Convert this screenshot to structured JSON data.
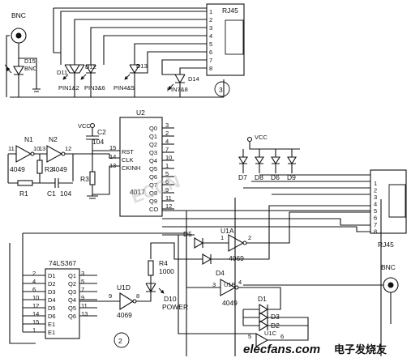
{
  "top_section": {
    "bnc_label": "BNC",
    "d15_labels": [
      "D15",
      "BNC"
    ],
    "rj45_label": "RJ45",
    "rj45_pins": [
      "1",
      "2",
      "3",
      "4",
      "5",
      "6",
      "7",
      "8"
    ],
    "leds": [
      {
        "name": "D11",
        "label": "PIN1&2"
      },
      {
        "name": "D12",
        "label": "PIN3&6"
      },
      {
        "name": "D13",
        "label": "PIN4&5"
      },
      {
        "name": "D14",
        "label": "PIN7&8"
      }
    ],
    "section_number": "3"
  },
  "oscillator": {
    "n1": "N1",
    "n2": "N2",
    "n1_part": "4049",
    "n2_part": "4049",
    "pins": [
      "11",
      "10",
      "13",
      "12"
    ],
    "r1": "R1",
    "r2": "R2",
    "c1": "C1",
    "c1_value": "104"
  },
  "counter": {
    "vcc": "VCC",
    "c2": "C2",
    "c2_value": "104",
    "u2": "U2",
    "part": "4017",
    "r3": "R3",
    "inputs": [
      {
        "pin": "15",
        "name": "RST"
      },
      {
        "pin": "14",
        "name": "CLK"
      },
      {
        "pin": "13",
        "name": "CKINH"
      }
    ],
    "outputs": [
      {
        "name": "Q0",
        "pin": "3"
      },
      {
        "name": "Q1",
        "pin": "2"
      },
      {
        "name": "Q2",
        "pin": "4"
      },
      {
        "name": "Q3",
        "pin": "7"
      },
      {
        "name": "Q4",
        "pin": "10"
      },
      {
        "name": "Q5",
        "pin": "1"
      },
      {
        "name": "Q6",
        "pin": "5"
      },
      {
        "name": "Q7",
        "pin": "6"
      },
      {
        "name": "Q8",
        "pin": "9"
      },
      {
        "name": "Q9",
        "pin": "11"
      },
      {
        "name": "CO",
        "pin": "12"
      }
    ]
  },
  "diodes": {
    "vcc": "VCC",
    "names": [
      "D7",
      "D8",
      "D6",
      "D9"
    ]
  },
  "buffer": {
    "part": "74LS367",
    "inputs": [
      {
        "pin": "2",
        "name": "D1"
      },
      {
        "pin": "4",
        "name": "D2"
      },
      {
        "pin": "6",
        "name": "D3"
      },
      {
        "pin": "10",
        "name": "D4"
      },
      {
        "pin": "12",
        "name": "D5"
      },
      {
        "pin": "14",
        "name": "D6"
      },
      {
        "pin": "15",
        "name": "E1"
      },
      {
        "pin": "1",
        "name": "E1"
      }
    ],
    "outputs": [
      {
        "name": "Q1",
        "pin": "3"
      },
      {
        "name": "Q2",
        "pin": "5"
      },
      {
        "name": "Q3",
        "pin": "7"
      },
      {
        "name": "Q4",
        "pin": "9"
      },
      {
        "name": "Q5",
        "pin": "11"
      },
      {
        "name": "Q6",
        "pin": "13"
      }
    ],
    "section_number": "2"
  },
  "power_led": {
    "u1d": "U1D",
    "u1d_part": "4069",
    "pins": [
      "9",
      "8"
    ],
    "r4": "R4",
    "r4_value": "1000",
    "d10": "D10",
    "d10_label": "POWER"
  },
  "bottom_right": {
    "u1a": "U1A",
    "u1a_part": "4069",
    "u1a_pins": [
      "1",
      "2"
    ],
    "d5": "D5",
    "d4": "D4",
    "u1b": "U1B",
    "u1b_part": "4049",
    "u1b_pins": [
      "3",
      "4"
    ],
    "d1": "D1",
    "d3": "D3",
    "d2": "D2",
    "u1c": "U1C",
    "u1c_pins": [
      "5",
      "6"
    ],
    "rj45_label": "RJ45",
    "rj45_pins": [
      "1",
      "2",
      "3",
      "4",
      "5",
      "6",
      "7",
      "8"
    ],
    "bnc_label": "BNC"
  },
  "watermark": {
    "site": "elecfans.com",
    "cn": "电子发烧友",
    "overlay": "ECCN"
  }
}
